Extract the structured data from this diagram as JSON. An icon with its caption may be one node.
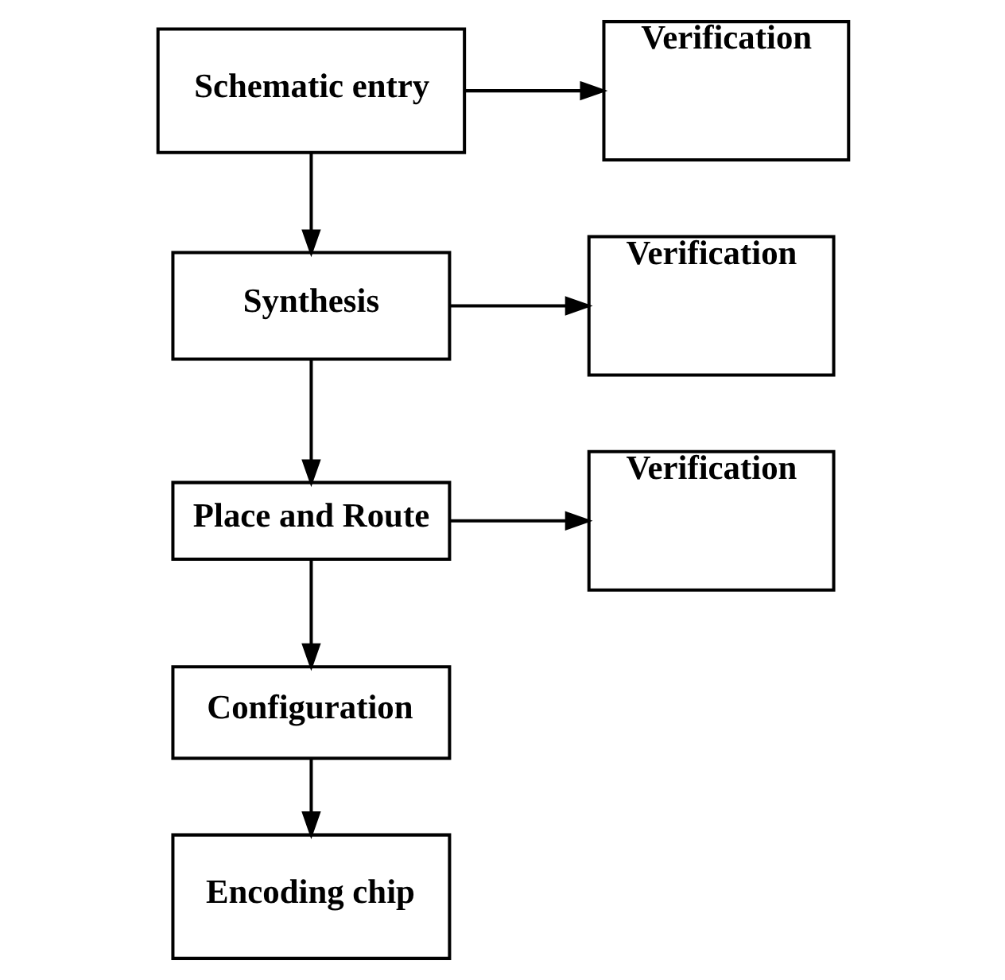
{
  "diagram": {
    "nodes": [
      {
        "text": [
          "Schematic entry"
        ]
      },
      {
        "text": [
          "Verification"
        ]
      },
      {
        "text": [
          "Synthesis"
        ]
      },
      {
        "text": [
          "Verification"
        ]
      },
      {
        "text": [
          "Place and Route"
        ]
      },
      {
        "text": [
          "Verification"
        ]
      },
      {
        "text": [
          "Configuration"
        ]
      },
      {
        "text": [
          "Encoding chip"
        ]
      }
    ],
    "edges": [
      {
        "from": 0,
        "to": 2,
        "arrow": "to"
      },
      {
        "from": 0,
        "to": 1,
        "arrow": "to"
      },
      {
        "from": 2,
        "to": 4,
        "arrow": "to"
      },
      {
        "from": 2,
        "to": 3,
        "arrow": "to"
      },
      {
        "from": 4,
        "to": 6,
        "arrow": "to"
      },
      {
        "from": 4,
        "to": 5,
        "arrow": "to"
      },
      {
        "from": 6,
        "to": 7,
        "arrow": "to"
      }
    ]
  }
}
